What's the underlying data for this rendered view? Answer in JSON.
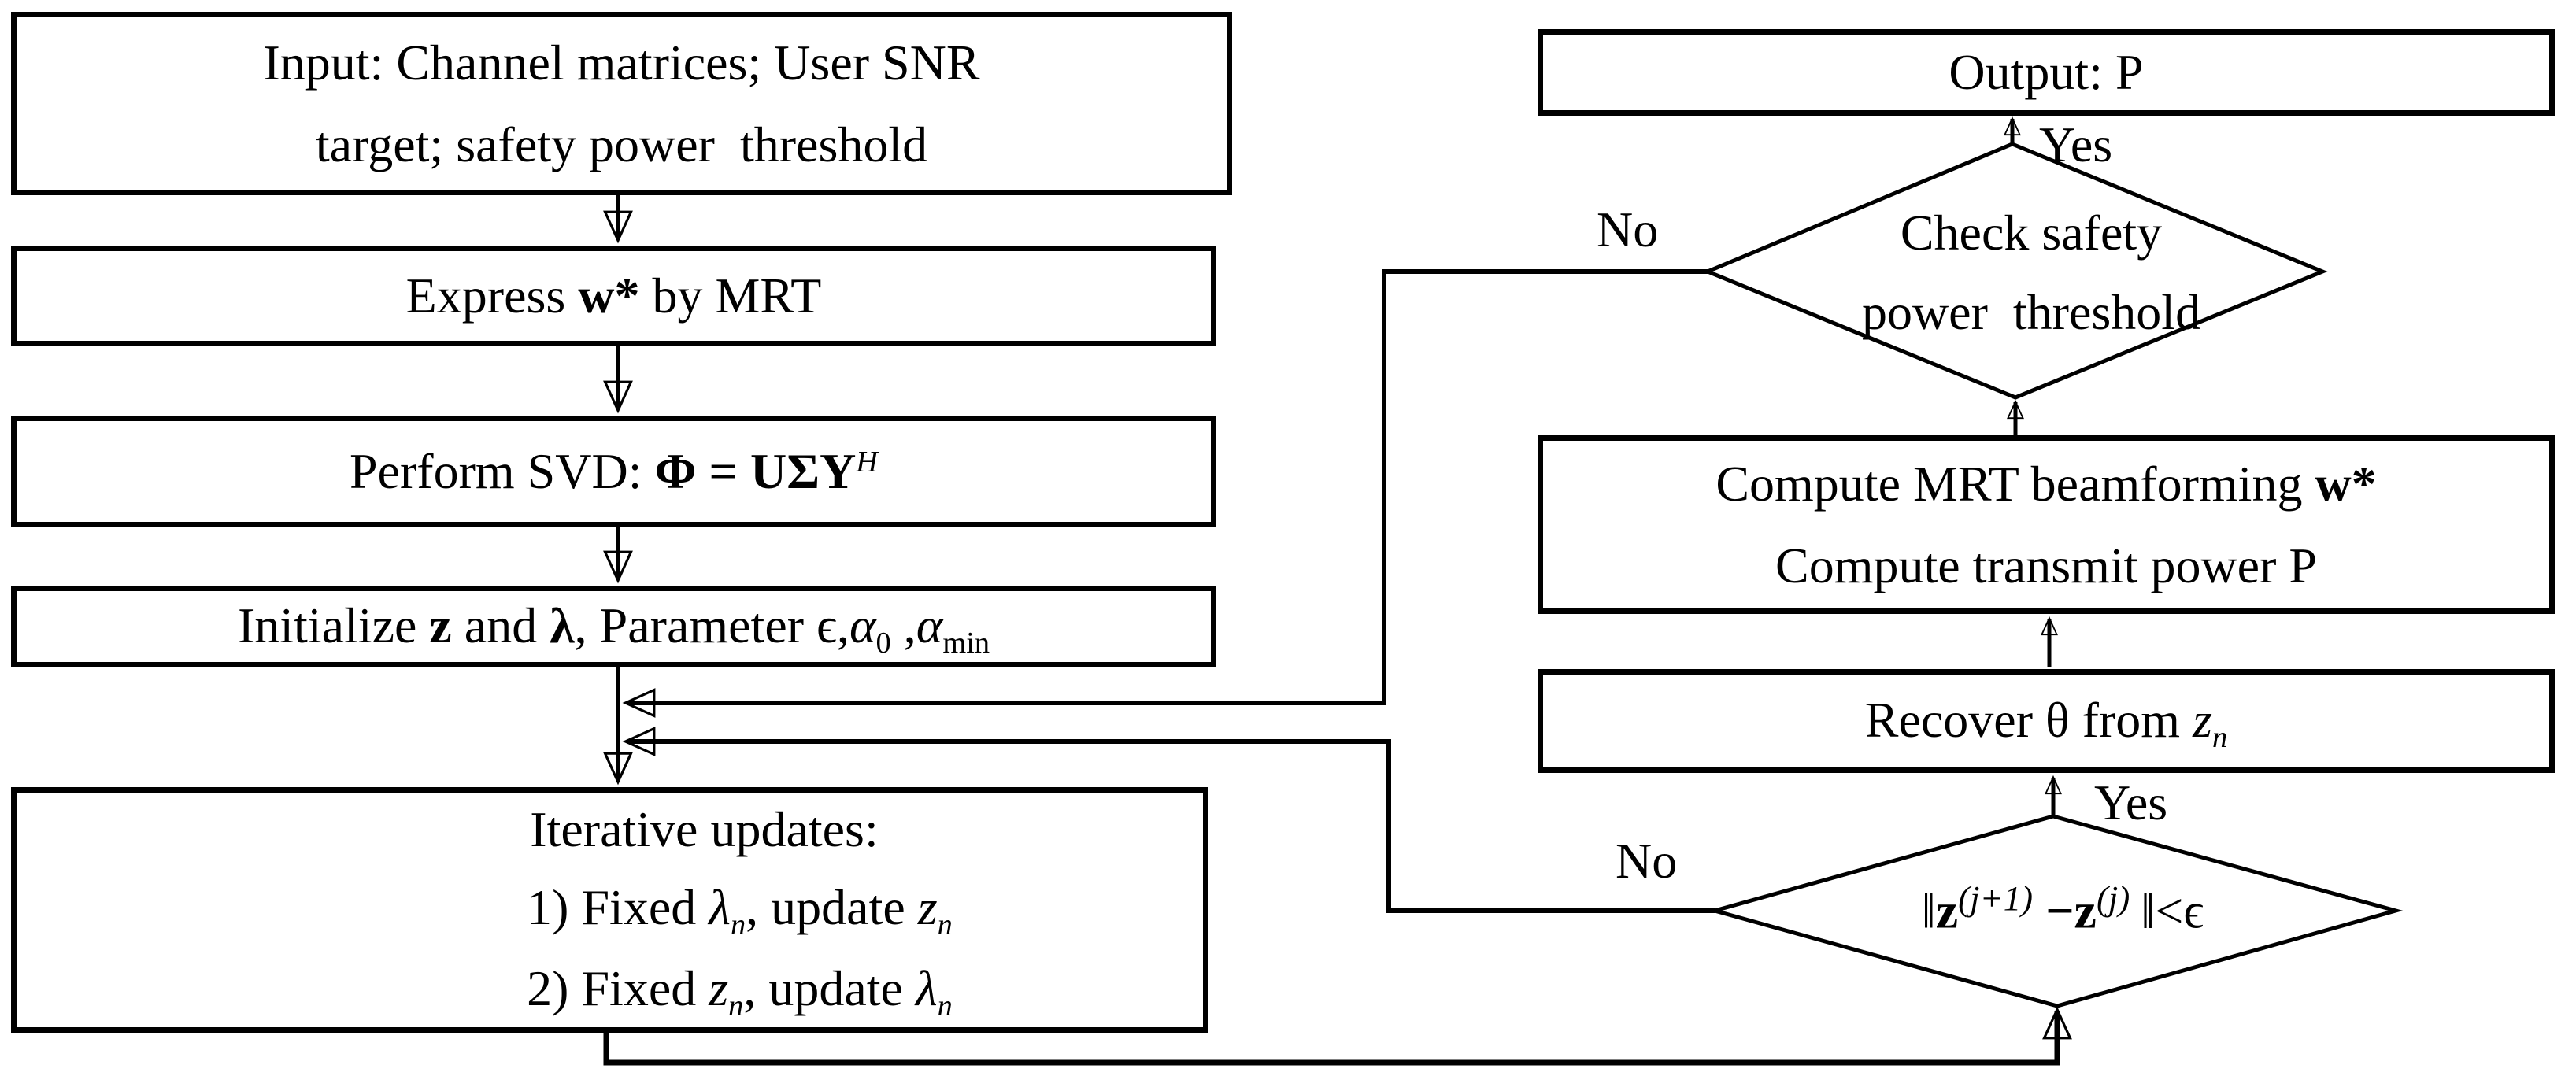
{
  "colors": {
    "ink": "#000000",
    "background": "#ffffff"
  },
  "nodes": {
    "input": {
      "line1": "Input: Channel matrices; User SNR",
      "line2": "target; safety power  threshold"
    },
    "express": {
      "pre": "Express ",
      "w_star": "w*",
      "post": " by MRT"
    },
    "svd": {
      "pre": "Perform SVD: ",
      "phi": "Φ",
      "equals": " = ",
      "usy": "UΣY",
      "sup_h": "H"
    },
    "initialize": {
      "pre": "Initialize ",
      "z": "z",
      "and": " and ",
      "lambda": "λ",
      "mid": ", Parameter ",
      "epsilon": "ϵ,",
      "alpha1": "α",
      "sub1": "0",
      "comma": " ,",
      "alpha2": "α",
      "sub2": "min"
    },
    "iterative": {
      "title": "Iterative updates:",
      "step1": {
        "pre": "1) Fixed ",
        "sym1": "λ",
        "sub1": "n",
        "mid": ", update ",
        "sym2": "z",
        "sub2": "n"
      },
      "step2": {
        "pre": "2) Fixed ",
        "sym1": "z",
        "sub1": "n",
        "mid": ", update ",
        "sym2": "λ",
        "sub2": "n"
      }
    },
    "output": {
      "label": "Output: P"
    },
    "safety_check": {
      "line1": "Check safety",
      "line2": "power  threshold"
    },
    "compute": {
      "line1_pre": "Compute MRT beamforming ",
      "line1_w": "w*",
      "line2": "Compute transmit power P"
    },
    "recover": {
      "pre": "Recover θ from ",
      "z": "z",
      "sub": "n"
    },
    "convergence": {
      "norm_open": "‖",
      "z1": "z",
      "sup1": "(j+1)",
      "minus": " −",
      "z2": "z",
      "sup2": "(j)",
      "norm_close": "‖",
      "less_than": "<",
      "epsilon": "ϵ"
    }
  },
  "edge_labels": {
    "safety_yes": "Yes",
    "safety_no": "No",
    "convergence_yes": "Yes",
    "convergence_no": "No"
  }
}
